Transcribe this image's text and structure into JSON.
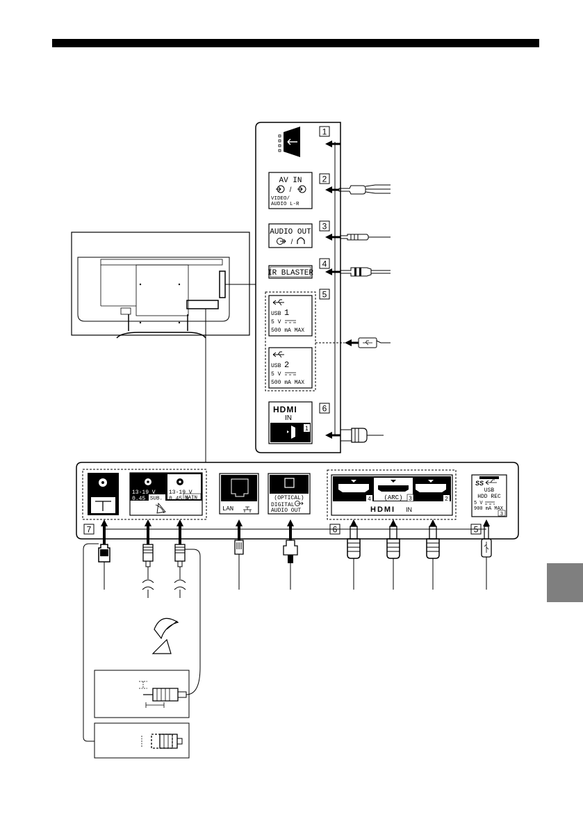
{
  "side_panel": {
    "callouts": [
      "1",
      "2",
      "3",
      "4",
      "5",
      "6"
    ],
    "av_in": {
      "title": "AV IN",
      "sub1": "VIDEO/",
      "sub2": "AUDIO L-R"
    },
    "audio_out": {
      "title": "AUDIO OUT"
    },
    "ir_blaster": {
      "title": "IR BLASTER"
    },
    "usb1": {
      "label": "USB",
      "num": "1",
      "volt": "5 V",
      "current": "500 mA MAX"
    },
    "usb2": {
      "label": "USB",
      "num": "2",
      "volt": "5 V",
      "current": "500 mA MAX"
    },
    "hdmi_side": {
      "logo": "HDMI",
      "in": "IN",
      "num": "1"
    }
  },
  "bottom_panel": {
    "callouts": [
      "7",
      "6",
      "5"
    ],
    "sat_sub": {
      "volt": "13-19 V",
      "amp": "0.45 A",
      "tag": "SUB."
    },
    "sat_main": {
      "volt": "13-19 V",
      "amp": "0.45 A",
      "tag": "MAIN"
    },
    "lan": {
      "label": "LAN"
    },
    "optical": {
      "title": "(OPTICAL)",
      "l1": "DIGITAL",
      "l2": "AUDIO OUT"
    },
    "hdmi_ports": [
      {
        "num": "4"
      },
      {
        "num": "3",
        "tag": "(ARC)"
      },
      {
        "num": "2"
      }
    ],
    "hdmi_bottom": {
      "logo": "HDMI",
      "in": "IN"
    },
    "usb3": {
      "ss": "SS",
      "l1": "USB",
      "l2": "HDD REC",
      "volt": "5 V",
      "current": "900 mA MAX",
      "num": "3"
    }
  },
  "colors": {
    "ink": "#000000",
    "tab": "#7f7f7f",
    "panel_bg": "#ffffff"
  }
}
